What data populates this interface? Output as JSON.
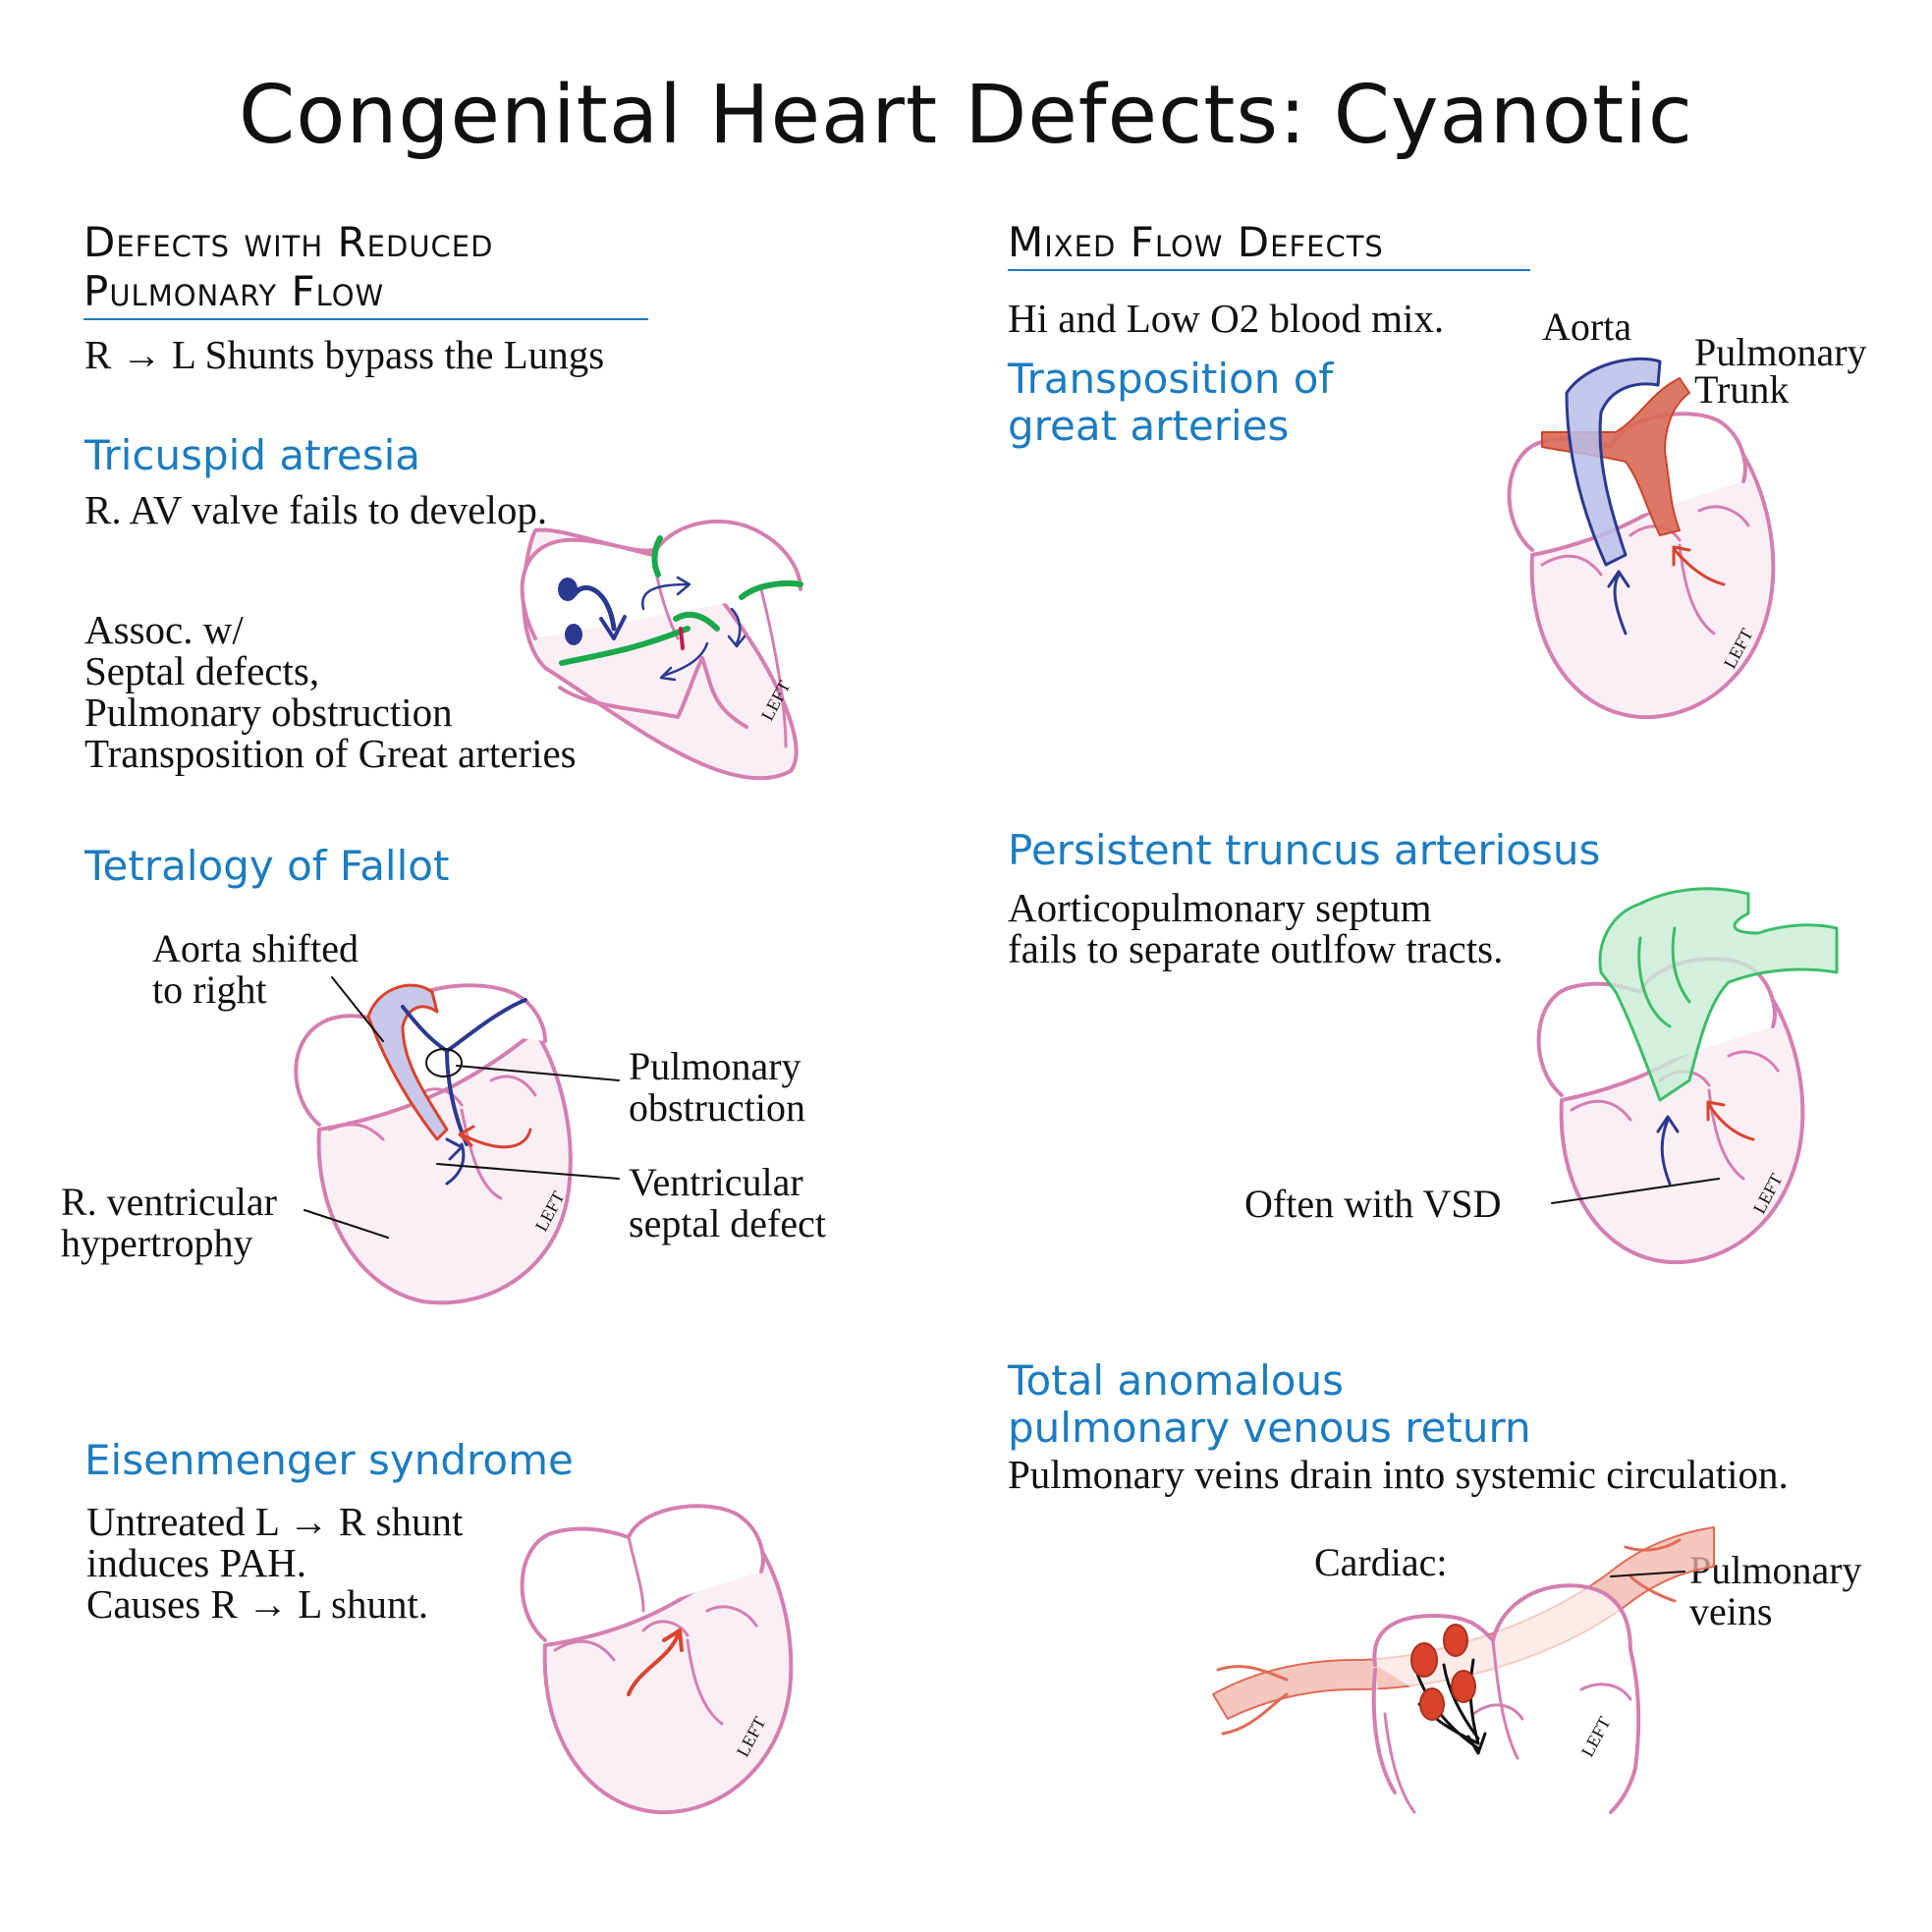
{
  "title": "Congenital Heart Defects: Cyanotic",
  "left_section": {
    "title_line1": "Defects with Reduced",
    "title_line2": "Pulmonary Flow",
    "subtitle": "R → L Shunts bypass the Lungs"
  },
  "tricuspid": {
    "heading": "Tricuspid atresia",
    "desc": "R. AV valve fails to develop.",
    "assoc": [
      "Assoc. w/",
      "Septal defects,",
      "Pulmonary obstruction",
      "Transposition of Great arteries"
    ],
    "left_label": "LEFT"
  },
  "tetralogy": {
    "heading": "Tetralogy of Fallot",
    "aorta_label": [
      "Aorta shifted",
      "to right"
    ],
    "pulm_label": [
      "Pulmonary",
      "obstruction"
    ],
    "vsd_label": [
      "Ventricular",
      "septal defect"
    ],
    "rvh_label": [
      "R. ventricular",
      "hypertrophy"
    ],
    "left_label": "LEFT"
  },
  "eisenmenger": {
    "heading": "Eisenmenger syndrome",
    "desc": [
      "Untreated L → R shunt",
      "induces PAH.",
      "Causes R → L shunt."
    ],
    "left_label": "LEFT"
  },
  "right_section": {
    "title": "Mixed Flow Defects",
    "subtitle": "Hi and Low O2 blood mix."
  },
  "transposition": {
    "heading": [
      "Transposition of",
      "great arteries"
    ],
    "aorta_label": "Aorta",
    "pulm_label": [
      "Pulmonary",
      "Trunk"
    ],
    "left_label": "LEFT"
  },
  "truncus": {
    "heading": "Persistent truncus arteriosus",
    "desc": [
      "Aorticopulmonary septum",
      "fails to separate outlfow tracts."
    ],
    "vsd_label": "Often with VSD",
    "left_label": "LEFT"
  },
  "tapvr": {
    "heading": [
      "Total anomalous",
      "pulmonary venous return"
    ],
    "desc": "Pulmonary veins drain into systemic circulation.",
    "cardiac_label": "Cardiac:",
    "veins_label": [
      "Pulmonary",
      "veins"
    ],
    "left_label": "LEFT"
  },
  "colors": {
    "heading_blue": "#1c7cc0",
    "heart_outline": "#d47fb0",
    "heart_fill": "#fbeff6",
    "deoxy_blue": "#2b3990",
    "oxy_red": "#d9432b",
    "valve_green": "#1aa84b",
    "truncus_green": "#3dbd6a"
  }
}
